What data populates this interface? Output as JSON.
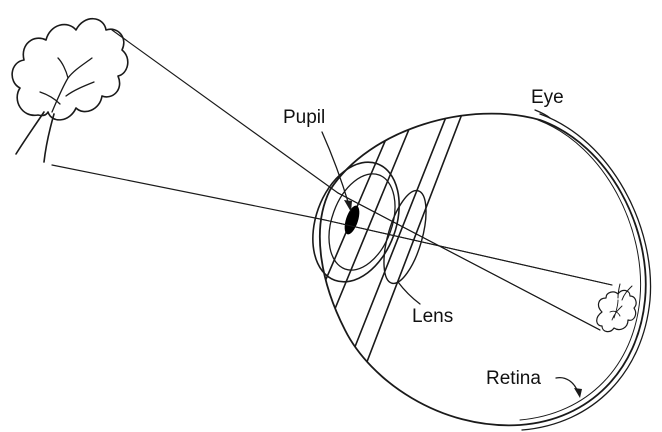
{
  "labels": {
    "pupil": "Pupil",
    "eye": "Eye",
    "lens": "Lens",
    "retina": "Retina"
  },
  "colors": {
    "ink": "#1a1a1a",
    "lens_fill": "#a8a8a8",
    "pupil_fill": "#000000",
    "tree_shade": "#d9d9d9"
  },
  "icons": {
    "object": "tree-icon",
    "image": "inverted-tree-icon"
  }
}
